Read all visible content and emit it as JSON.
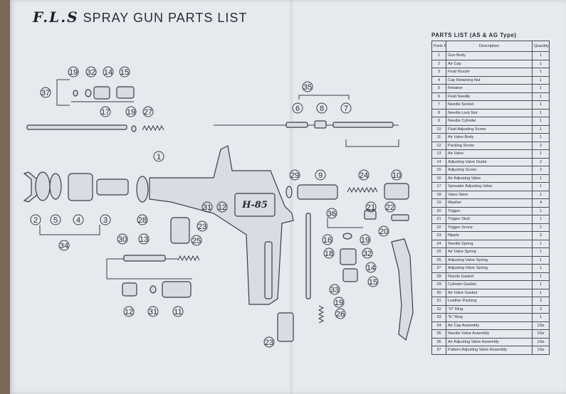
{
  "title": {
    "brand": "F.L.S",
    "text": "SPRAY GUN PARTS LIST"
  },
  "gun_model": "H-85",
  "callouts": {
    "c19a": "19",
    "c32a": "32",
    "c14a": "14",
    "c15a": "15",
    "c37": "37",
    "c17": "17",
    "c19b": "19",
    "c27": "27",
    "c35": "35",
    "c6": "6",
    "c8": "8",
    "c7": "7",
    "c1": "1",
    "c2": "2",
    "c5": "5",
    "c4": "4",
    "c3": "3",
    "c34": "34",
    "c28": "28",
    "c31a": "31",
    "c12a": "12",
    "c23a": "23",
    "c25": "25",
    "c30": "30",
    "c13": "13",
    "c12b": "12",
    "c31b": "31",
    "c11": "11",
    "c29": "29",
    "c9": "9",
    "c24": "24",
    "c10": "10",
    "c21": "21",
    "c22": "22",
    "c20": "20",
    "c36": "36",
    "c16": "16",
    "c19c": "19",
    "c18": "18",
    "c32b": "32",
    "c14b": "14",
    "c15b": "15",
    "c33": "33",
    "c19d": "19",
    "c26": "26",
    "c23b": "23"
  },
  "parts_list": {
    "heading": "PARTS LIST (AS & AG Type)",
    "columns": {
      "no": "Parts No.",
      "desc": "Description",
      "qty": "Quantity"
    },
    "rows": [
      {
        "no": "1",
        "desc": "Gun Body",
        "qty": "1"
      },
      {
        "no": "2",
        "desc": "Air Cap",
        "qty": "1"
      },
      {
        "no": "3",
        "desc": "Fluid Nozzle",
        "qty": "1"
      },
      {
        "no": "4",
        "desc": "Cap Retaining Nut",
        "qty": "1"
      },
      {
        "no": "5",
        "desc": "Retainer",
        "qty": "1"
      },
      {
        "no": "6",
        "desc": "Fluid Needle",
        "qty": "1"
      },
      {
        "no": "7",
        "desc": "Needle Socket",
        "qty": "1"
      },
      {
        "no": "8",
        "desc": "Needle Lock Nut",
        "qty": "1"
      },
      {
        "no": "9",
        "desc": "Needle Cylinder",
        "qty": "1"
      },
      {
        "no": "10",
        "desc": "Fluid Adjusting Screw",
        "qty": "1"
      },
      {
        "no": "11",
        "desc": "Air Valve Body",
        "qty": "1"
      },
      {
        "no": "12",
        "desc": "Packing Screw",
        "qty": "2"
      },
      {
        "no": "13",
        "desc": "Air Valve",
        "qty": "1"
      },
      {
        "no": "14",
        "desc": "Adjusting Valve Guide",
        "qty": "2"
      },
      {
        "no": "15",
        "desc": "Adjusting Screw",
        "qty": "2"
      },
      {
        "no": "16",
        "desc": "Air Adjusting Valve",
        "qty": "1"
      },
      {
        "no": "17",
        "desc": "Spreader Adjusting Valve",
        "qty": "1"
      },
      {
        "no": "18",
        "desc": "Valve Stem",
        "qty": "1"
      },
      {
        "no": "19",
        "desc": "Washer",
        "qty": "4"
      },
      {
        "no": "20",
        "desc": "Trigger",
        "qty": "1"
      },
      {
        "no": "21",
        "desc": "Trigger Stud",
        "qty": "1"
      },
      {
        "no": "22",
        "desc": "Trigger Screw",
        "qty": "1"
      },
      {
        "no": "23",
        "desc": "Nipple",
        "qty": "2"
      },
      {
        "no": "24",
        "desc": "Needle Spring",
        "qty": "1"
      },
      {
        "no": "25",
        "desc": "Air Valve Spring",
        "qty": "1"
      },
      {
        "no": "26",
        "desc": "Adjusting Valve Spring",
        "qty": "1"
      },
      {
        "no": "27",
        "desc": "Adjusting Valve Spring",
        "qty": "1"
      },
      {
        "no": "28",
        "desc": "Nozzle Gasket",
        "qty": "1"
      },
      {
        "no": "29",
        "desc": "Cylinder Gasket",
        "qty": "1"
      },
      {
        "no": "30",
        "desc": "Air Valve Gasket",
        "qty": "1"
      },
      {
        "no": "31",
        "desc": "Leather Packing",
        "qty": "2"
      },
      {
        "no": "32",
        "desc": "\"O\" Ring",
        "qty": "2"
      },
      {
        "no": "33",
        "desc": "\"E\" Ring",
        "qty": "1"
      },
      {
        "no": "34",
        "desc": "Air Cap Assembly",
        "qty": "1Se"
      },
      {
        "no": "35",
        "desc": "Needle Valve Assembly",
        "qty": "1Se"
      },
      {
        "no": "36",
        "desc": "Air Adjusting Valve Assembly",
        "qty": "1Se"
      },
      {
        "no": "37",
        "desc": "Pattern Adjusting Valve Assembly",
        "qty": "1Se"
      }
    ]
  }
}
